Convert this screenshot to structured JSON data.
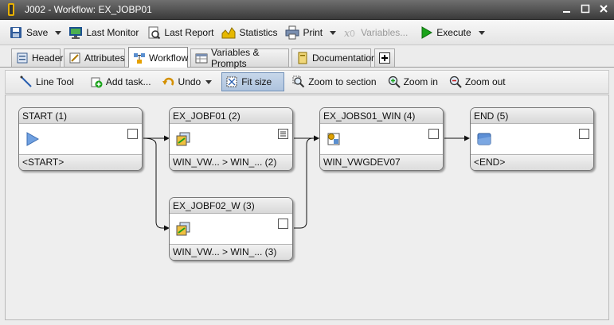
{
  "window": {
    "title": "J002 - Workflow: EX_JOBP01"
  },
  "toolbar": {
    "save": "Save",
    "last_monitor": "Last Monitor",
    "last_report": "Last Report",
    "statistics": "Statistics",
    "print": "Print",
    "variables": "Variables...",
    "execute": "Execute"
  },
  "tabs": [
    {
      "label": "Header"
    },
    {
      "label": "Attributes"
    },
    {
      "label": "Workflow"
    },
    {
      "label": "Variables & Prompts"
    },
    {
      "label": "Documentation"
    }
  ],
  "workflow_toolbar": {
    "line_tool": "Line Tool",
    "add_task": "Add task...",
    "undo": "Undo",
    "fit_size": "Fit size",
    "zoom_to_section": "Zoom to section",
    "zoom_in": "Zoom in",
    "zoom_out": "Zoom out"
  },
  "nodes": [
    {
      "title": "START (1)",
      "footer": "<START>",
      "icon": "start-play-icon"
    },
    {
      "title": "EX_JOBF01 (2)",
      "footer": "WIN_VW... > WIN_... (2)",
      "icon": "job-file-transfer-icon"
    },
    {
      "title": "EX_JOBF02_W (3)",
      "footer": "WIN_VW... > WIN_... (3)",
      "icon": "job-file-transfer-icon"
    },
    {
      "title": "EX_JOBS01_WIN (4)",
      "footer": "WIN_VWGDEV07",
      "icon": "job-script-icon"
    },
    {
      "title": "END (5)",
      "footer": "<END>",
      "icon": "end-icon"
    }
  ],
  "colors": {
    "accent_pressed": "#aec3dd",
    "execute_green": "#1aa31a",
    "node_border": "#777777"
  }
}
